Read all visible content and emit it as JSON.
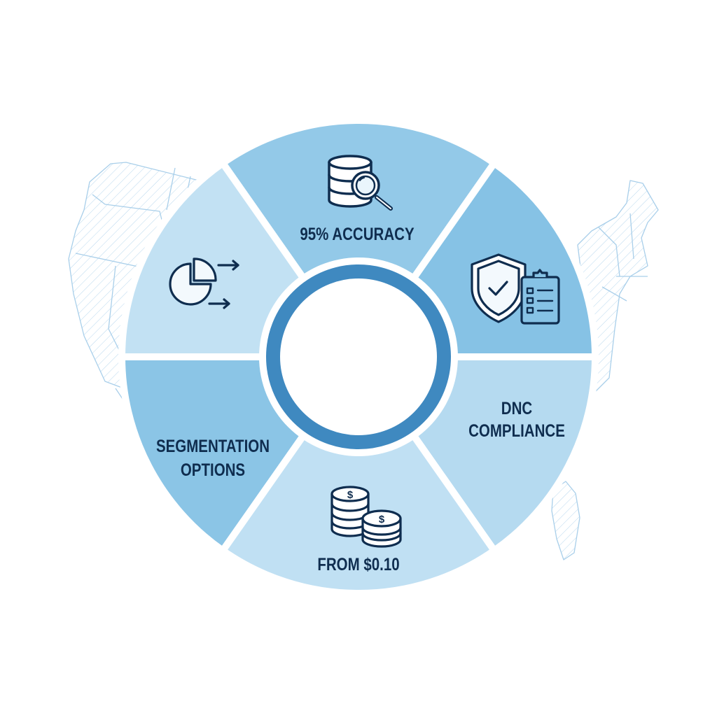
{
  "diagram": {
    "type": "segmented-donut",
    "background_map": "united-states-outline",
    "center_ring_color": "#3f89c0",
    "text_color": "#0f2d4f",
    "segments": [
      {
        "id": "top",
        "label": "95% ACCURACY",
        "label_lines": [
          "95% ACCURACY"
        ],
        "icon": "database-search-icon",
        "color": "#93c9e8"
      },
      {
        "id": "upper-right",
        "label": "",
        "label_lines": [],
        "icon": "shield-check-clipboard-icon",
        "color": "#86c2e5"
      },
      {
        "id": "lower-right",
        "label": "DNC COMPLIANCE",
        "label_lines": [
          "DNC",
          "COMPLIANCE"
        ],
        "icon": "",
        "color": "#b5daf0"
      },
      {
        "id": "bottom",
        "label": "FROM $0.10",
        "label_lines": [
          "FROM $0.10"
        ],
        "icon": "coin-stacks-dollar-icon",
        "color": "#c0e0f3"
      },
      {
        "id": "lower-left",
        "label": "SEGMENTATION OPTIONS",
        "label_lines": [
          "SEGMENTATION",
          "OPTIONS"
        ],
        "icon": "",
        "color": "#8bc5e6"
      },
      {
        "id": "upper-left",
        "label": "",
        "label_lines": [],
        "icon": "pie-chart-arrows-icon",
        "color": "#c2e1f3"
      }
    ]
  },
  "labels": {
    "accuracy": "95% ACCURACY",
    "dnc_line1": "DNC",
    "dnc_line2": "COMPLIANCE",
    "price": "FROM $0.10",
    "seg_line1": "SEGMENTATION",
    "seg_line2": "OPTIONS",
    "dollar": "$"
  }
}
